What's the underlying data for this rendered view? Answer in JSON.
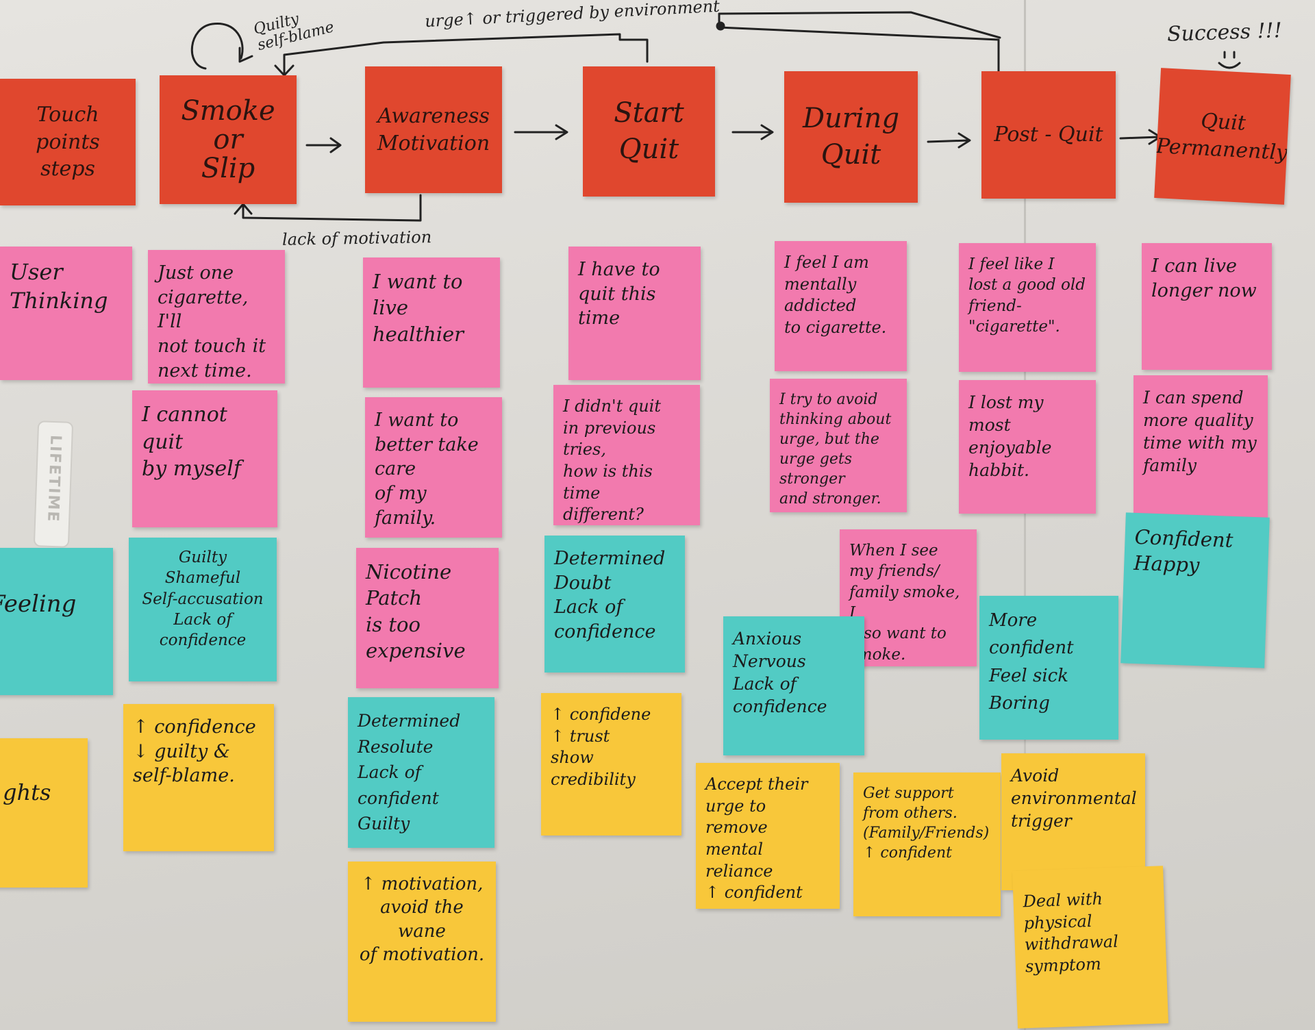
{
  "annotations": {
    "quilty_self_blame": "Quilty\nself-blame",
    "urge_triggered": "urge↑ or triggered by environment",
    "lack_of_motivation": "lack of motivation",
    "success": "Success !!!"
  },
  "stages": {
    "touchpoints": "Touch points\nsteps",
    "smoke": "Smoke\nor\nSlip",
    "awareness": "Awareness\nMotivation",
    "start": "Start\nQuit",
    "during": "During\nQuit",
    "post": "Post - Quit",
    "permanent": "Quit\nPermanently"
  },
  "thinking": {
    "label": "User\nThinking",
    "smoke_1": "Just one\ncigarette, I'll\nnot touch it\nnext time.",
    "smoke_2": "I cannot quit\nby myself",
    "awareness_1": "I want to\nlive healthier",
    "awareness_2": "I want to\nbetter take care\nof my family.",
    "awareness_3": "Nicotine Patch\nis too\nexpensive",
    "start_1": "I have to\nquit this\ntime",
    "start_2": "I didn't quit\nin previous tries,\nhow is this time\ndifferent?",
    "during_1": "I feel I am\nmentally addicted\nto cigarette.",
    "during_2": "I try to avoid\nthinking about\nurge, but the\nurge gets stronger\nand stronger.",
    "during_3": "When I see\nmy friends/\nfamily smoke, I\nalso want to\nsmoke.",
    "post_1": "I feel like I\nlost a good old\nfriend-\"cigarette\".",
    "post_2": "I lost my\nmost enjoyable\nhabbit.",
    "permanent_1": "I can live\nlonger now",
    "permanent_2": "I can spend\nmore quality\ntime with my\nfamily"
  },
  "feeling": {
    "label": "Feeling",
    "smoke": "Guilty\nShameful\nSelf-accusation\nLack of confidence",
    "awareness": "Determined\nResolute\nLack of confident\nGuilty",
    "start": "Determined\nDoubt\nLack of\nconfidence",
    "during": "Anxious\nNervous\nLack of\nconfidence",
    "post": "More confident\nFeel sick\nBoring",
    "permanent": "Confident\nHappy"
  },
  "insights": {
    "label": "ghts",
    "smoke": "↑ confidence\n↓ guilty &\nself-blame.",
    "awareness": "↑ motivation,\navoid the wane\nof motivation.",
    "start": "↑ confidene\n↑ trust\nshow credibility",
    "during_1": "Accept their\nurge to\nremove mental\nreliance\n↑ confident",
    "during_2": "Get support\nfrom others.\n(Family/Friends)\n↑ confident",
    "post_1": "Avoid\nenvironmental\ntrigger",
    "post_2": "Deal with\nphysical\nwithdrawal\nsymptom"
  },
  "logo_text": "LIFETIME"
}
